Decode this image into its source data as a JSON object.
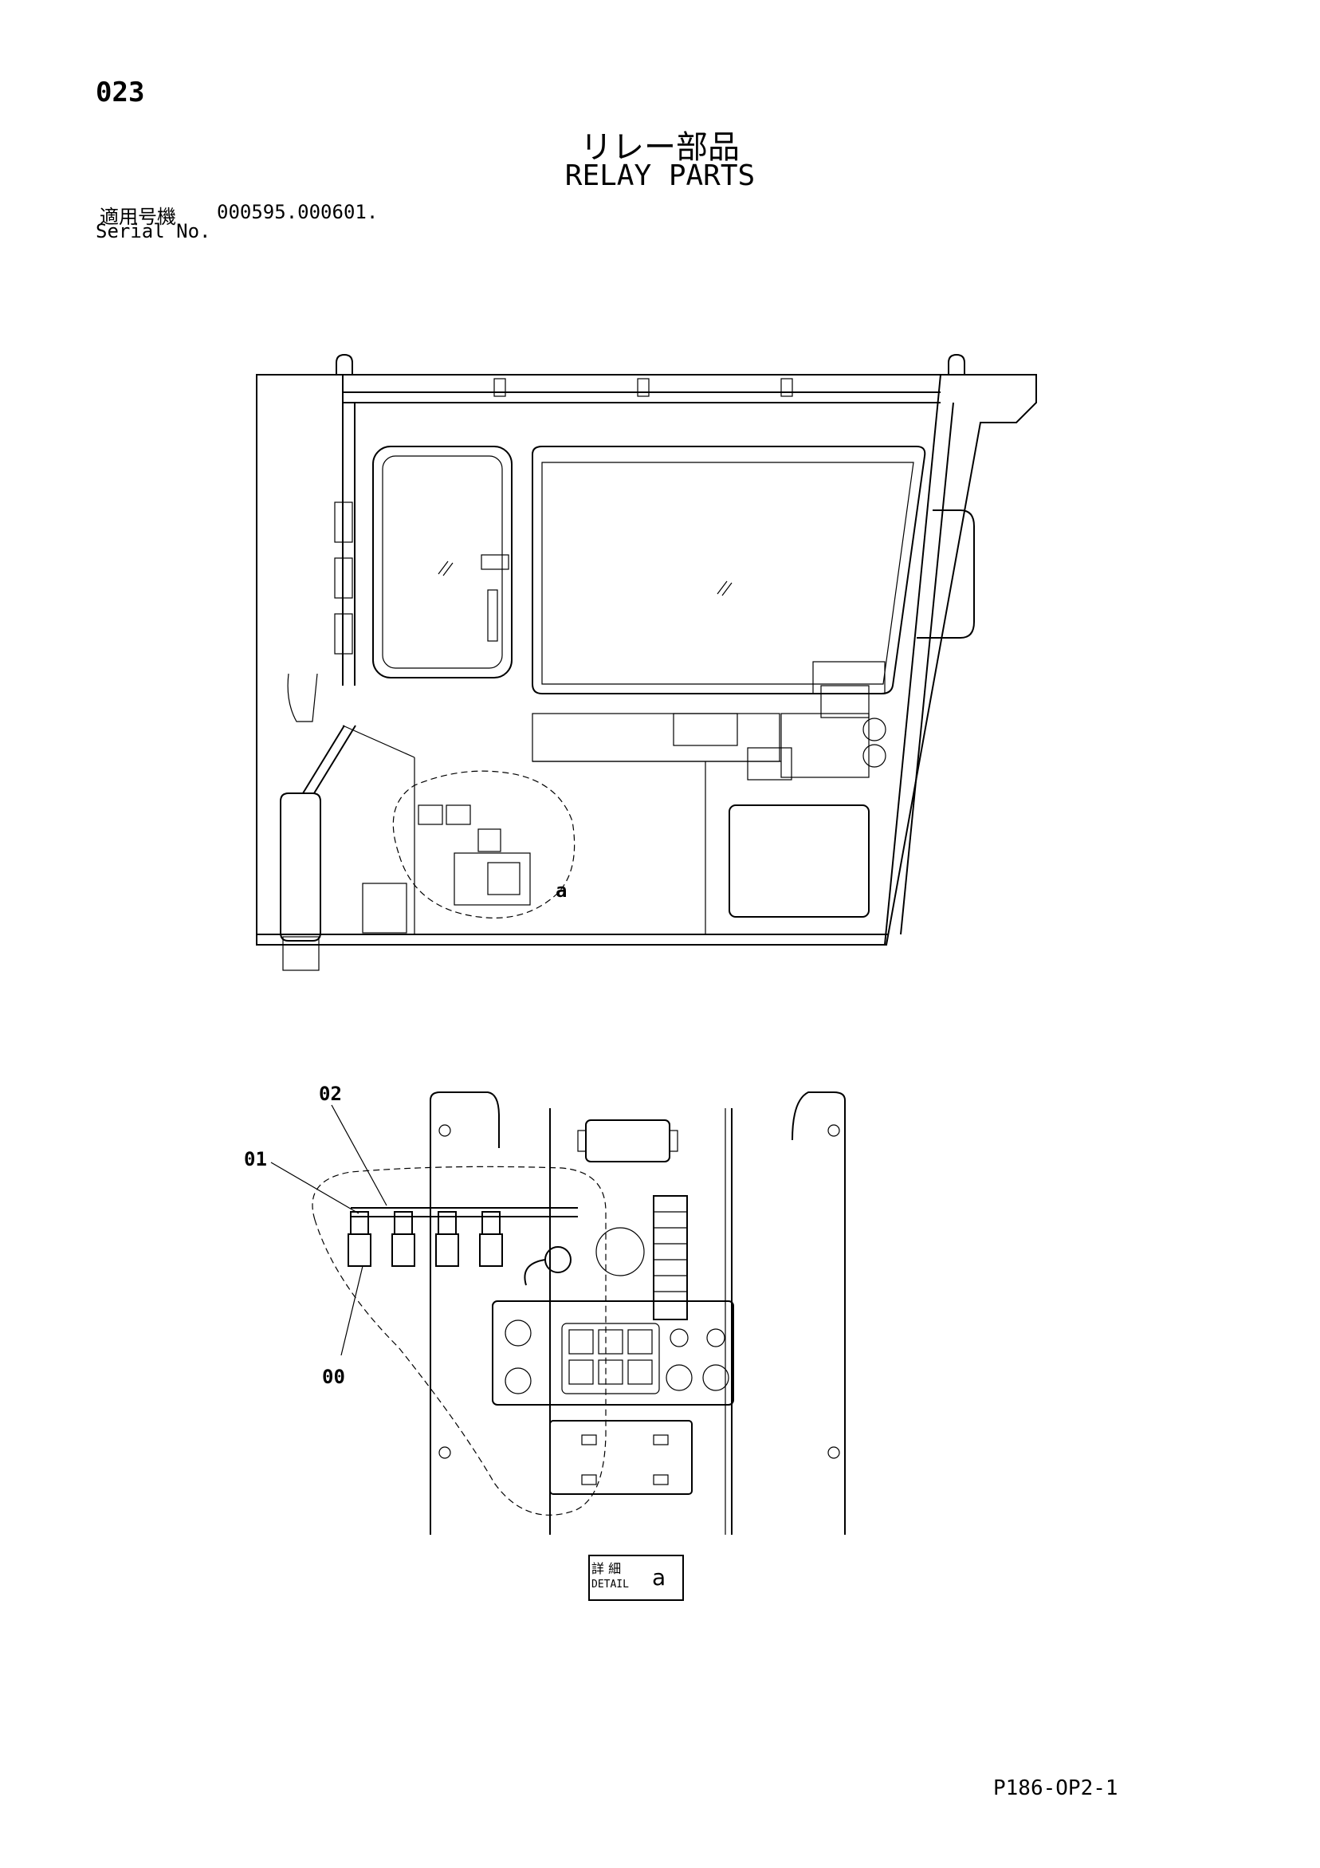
{
  "header": {
    "page_number": "023",
    "title_jp": "リレー部品",
    "title_en": "RELAY PARTS"
  },
  "serial": {
    "label_jp": "適用号機",
    "label_en": "Serial No.",
    "value": "000595.000601."
  },
  "diagram": {
    "detail_callout": "a",
    "callouts": [
      "02",
      "01",
      "00"
    ]
  },
  "detail_tag": {
    "label_jp": "詳 細",
    "label_en": "DETAIL",
    "letter": "a"
  },
  "footer": {
    "code": "P186-OP2-1"
  }
}
